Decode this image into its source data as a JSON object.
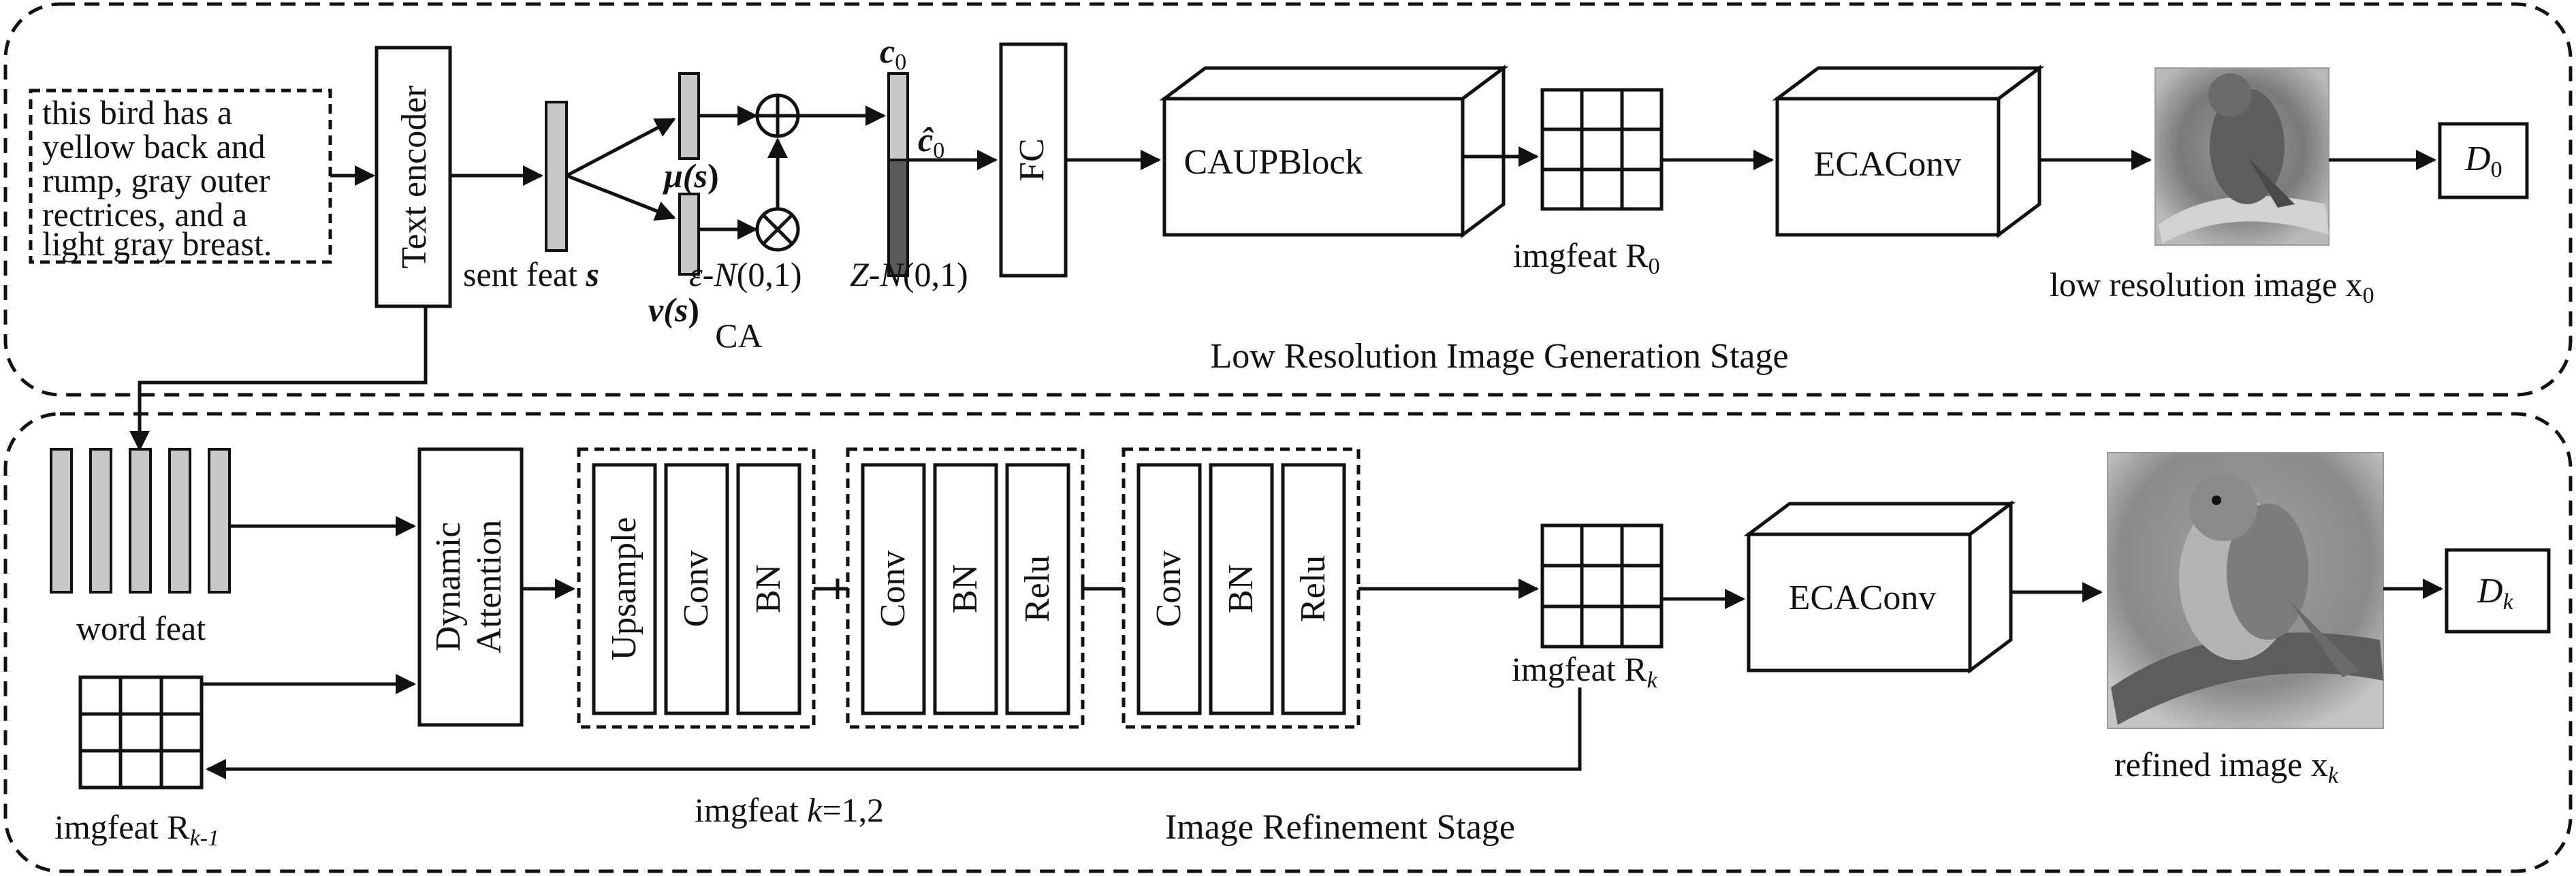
{
  "prompt_text": [
    "this bird has a",
    "yellow back and",
    "rump, gray outer",
    "rectrices, and a",
    "light gray breast."
  ],
  "labels": {
    "text_encoder": "Text encoder",
    "sent_feat": "sent feat ",
    "sent_feat_var": "s",
    "mu_main": "μ(",
    "mu_var": "s",
    "close": ")",
    "nu_main": "ν(",
    "nu_var": "s",
    "eps": "ε-N",
    "eps_args": "(0,1)",
    "ca": "CA",
    "c0": "c",
    "c0_sub": "0",
    "chat0": "ĉ",
    "chat0_sub": "0",
    "z": "Z-N",
    "z_args": "(0,1)",
    "fc": "FC",
    "caupblock": "CAUPBlock",
    "imgfeat_r0": "imgfeat R",
    "imgfeat_r0_sub": "0",
    "ecaconv_1": "ECAConv",
    "low_res_caption": "low resolution image x",
    "low_res_sub": "0",
    "d0": "D",
    "d0_sub": "0",
    "stage1": "Low Resolution Image Generation Stage",
    "word_feat": "word feat",
    "dynamic": "Dynamic",
    "attention": "Attention",
    "upsample": "Upsample",
    "conv_1": "Conv",
    "bn_1": "BN",
    "conv_2": "Conv",
    "bn_2": "BN",
    "relu_2": "Relu",
    "conv_3": "Conv",
    "bn_3": "BN",
    "relu_3": "Relu",
    "imgfeat_rk": "imgfeat R",
    "imgfeat_rk_sub": "k",
    "ecaconv_2": "ECAConv",
    "refined_caption": "refined image x",
    "refined_sub": "k",
    "dk": "D",
    "dk_sub": "k",
    "imgfeat_rk1": "imgfeat R",
    "imgfeat_rk1_sub": "k-1",
    "imgfeat_k_a": "imgfeat ",
    "imgfeat_k_b": "k",
    "imgfeat_k_c": "=1,2",
    "stage2": "Image Refinement Stage"
  },
  "colors": {
    "stroke": "#111111",
    "bar_fill": "#c8c8c8",
    "bar_dark": "#5a5a5a"
  }
}
